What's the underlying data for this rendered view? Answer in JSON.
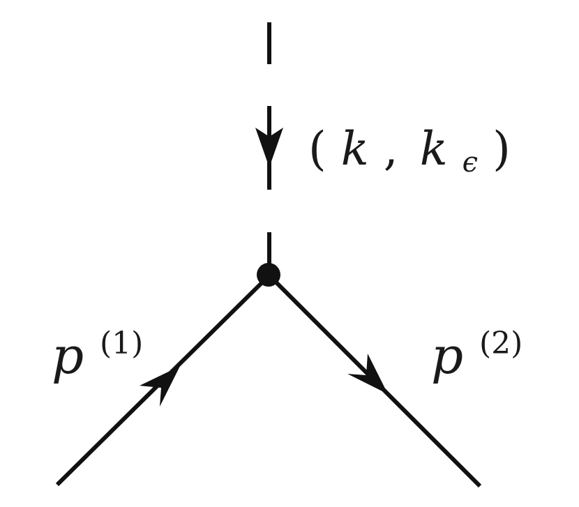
{
  "diagram": {
    "photon_label": {
      "open": "(",
      "k1": "k",
      "comma": ",",
      "k2": "k",
      "sub": "ϵ",
      "close": ")"
    },
    "incoming_label": {
      "base": "p",
      "sup": "(1)"
    },
    "outgoing_label": {
      "base": "p",
      "sup": "(2)"
    },
    "colors": {
      "ink": "#111111",
      "background": "#ffffff"
    }
  }
}
